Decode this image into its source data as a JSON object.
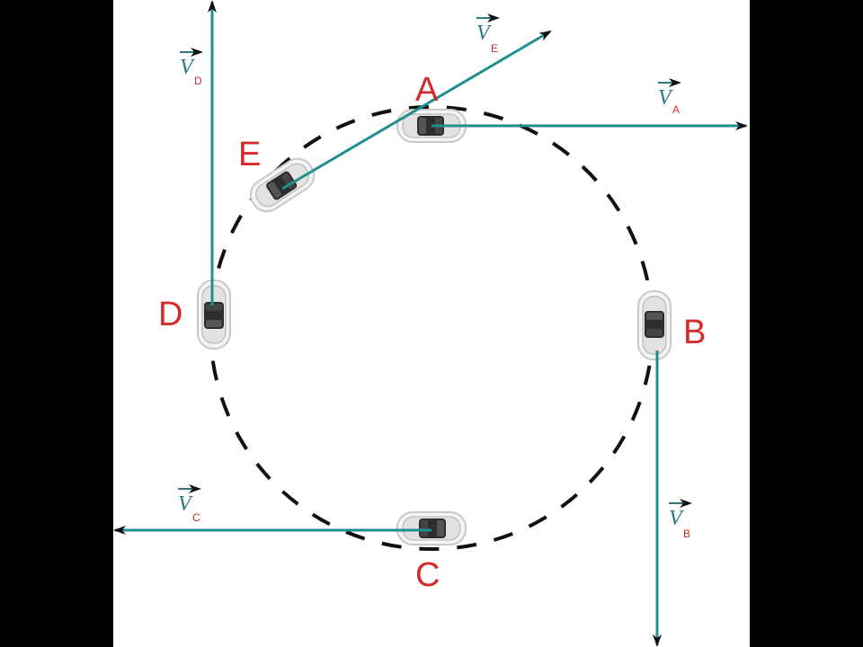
{
  "diagram": {
    "circle_path": "dashed",
    "colors": {
      "background": "#000000",
      "panel": "#ffffff",
      "vector": "#1f8f8f",
      "arrowhead": "#111111",
      "point_label": "#d42a2a",
      "vector_symbol": "#2a7a80",
      "dash": "#111111"
    },
    "points": [
      {
        "id": "A",
        "label": "A",
        "vector_symbol": "V",
        "vector_subscript": "A"
      },
      {
        "id": "B",
        "label": "B",
        "vector_symbol": "V",
        "vector_subscript": "B"
      },
      {
        "id": "C",
        "label": "C",
        "vector_symbol": "V",
        "vector_subscript": "C"
      },
      {
        "id": "D",
        "label": "D",
        "vector_symbol": "V",
        "vector_subscript": "D"
      },
      {
        "id": "E",
        "label": "E",
        "vector_symbol": "V",
        "vector_subscript": "E"
      }
    ],
    "icons": [
      "car-icon",
      "arrow-icon"
    ]
  }
}
